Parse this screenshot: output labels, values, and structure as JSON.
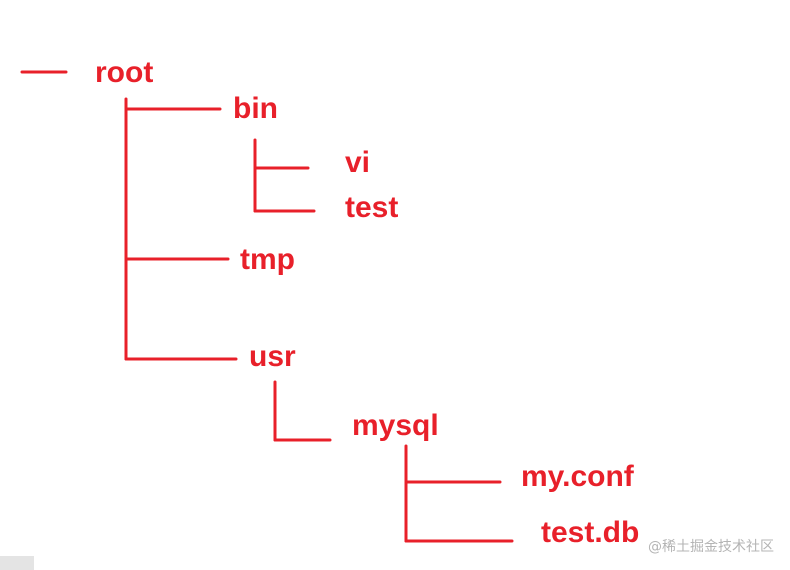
{
  "colors": {
    "ink": "#e8202a",
    "watermark": "#b4b4b4"
  },
  "tree": {
    "root": "root",
    "bin": "bin",
    "vi": "vi",
    "bin_test": "test",
    "tmp": "tmp",
    "usr": "usr",
    "mysql": "mysql",
    "my_conf": "my.conf",
    "test_db": "test.db"
  },
  "watermark": "@稀土掘金技术社区"
}
